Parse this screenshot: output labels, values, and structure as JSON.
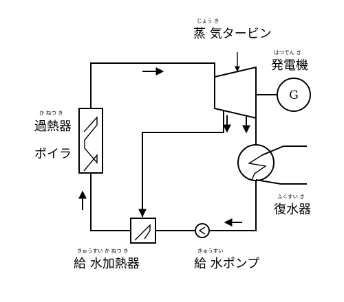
{
  "labels": {
    "turbine": {
      "text": "蒸 気タービン",
      "ruby": "じょう き"
    },
    "generator": {
      "text": "発電機",
      "ruby": "はつでん き",
      "symbol": "G"
    },
    "superheater": {
      "text": "過熱器",
      "ruby": "か ねつ き"
    },
    "boiler": {
      "text": "ボイラ"
    },
    "condenser": {
      "text": "復水器",
      "ruby": "ふくすい き"
    },
    "feedwater_heater": {
      "text": "給 水加熱器",
      "ruby": "きゅうすい か ねつ き"
    },
    "feedwater_pump": {
      "text": "給 水ポンプ",
      "ruby": "きゅうすい"
    }
  },
  "colors": {
    "line": "#000000",
    "background": "#ffffff"
  }
}
